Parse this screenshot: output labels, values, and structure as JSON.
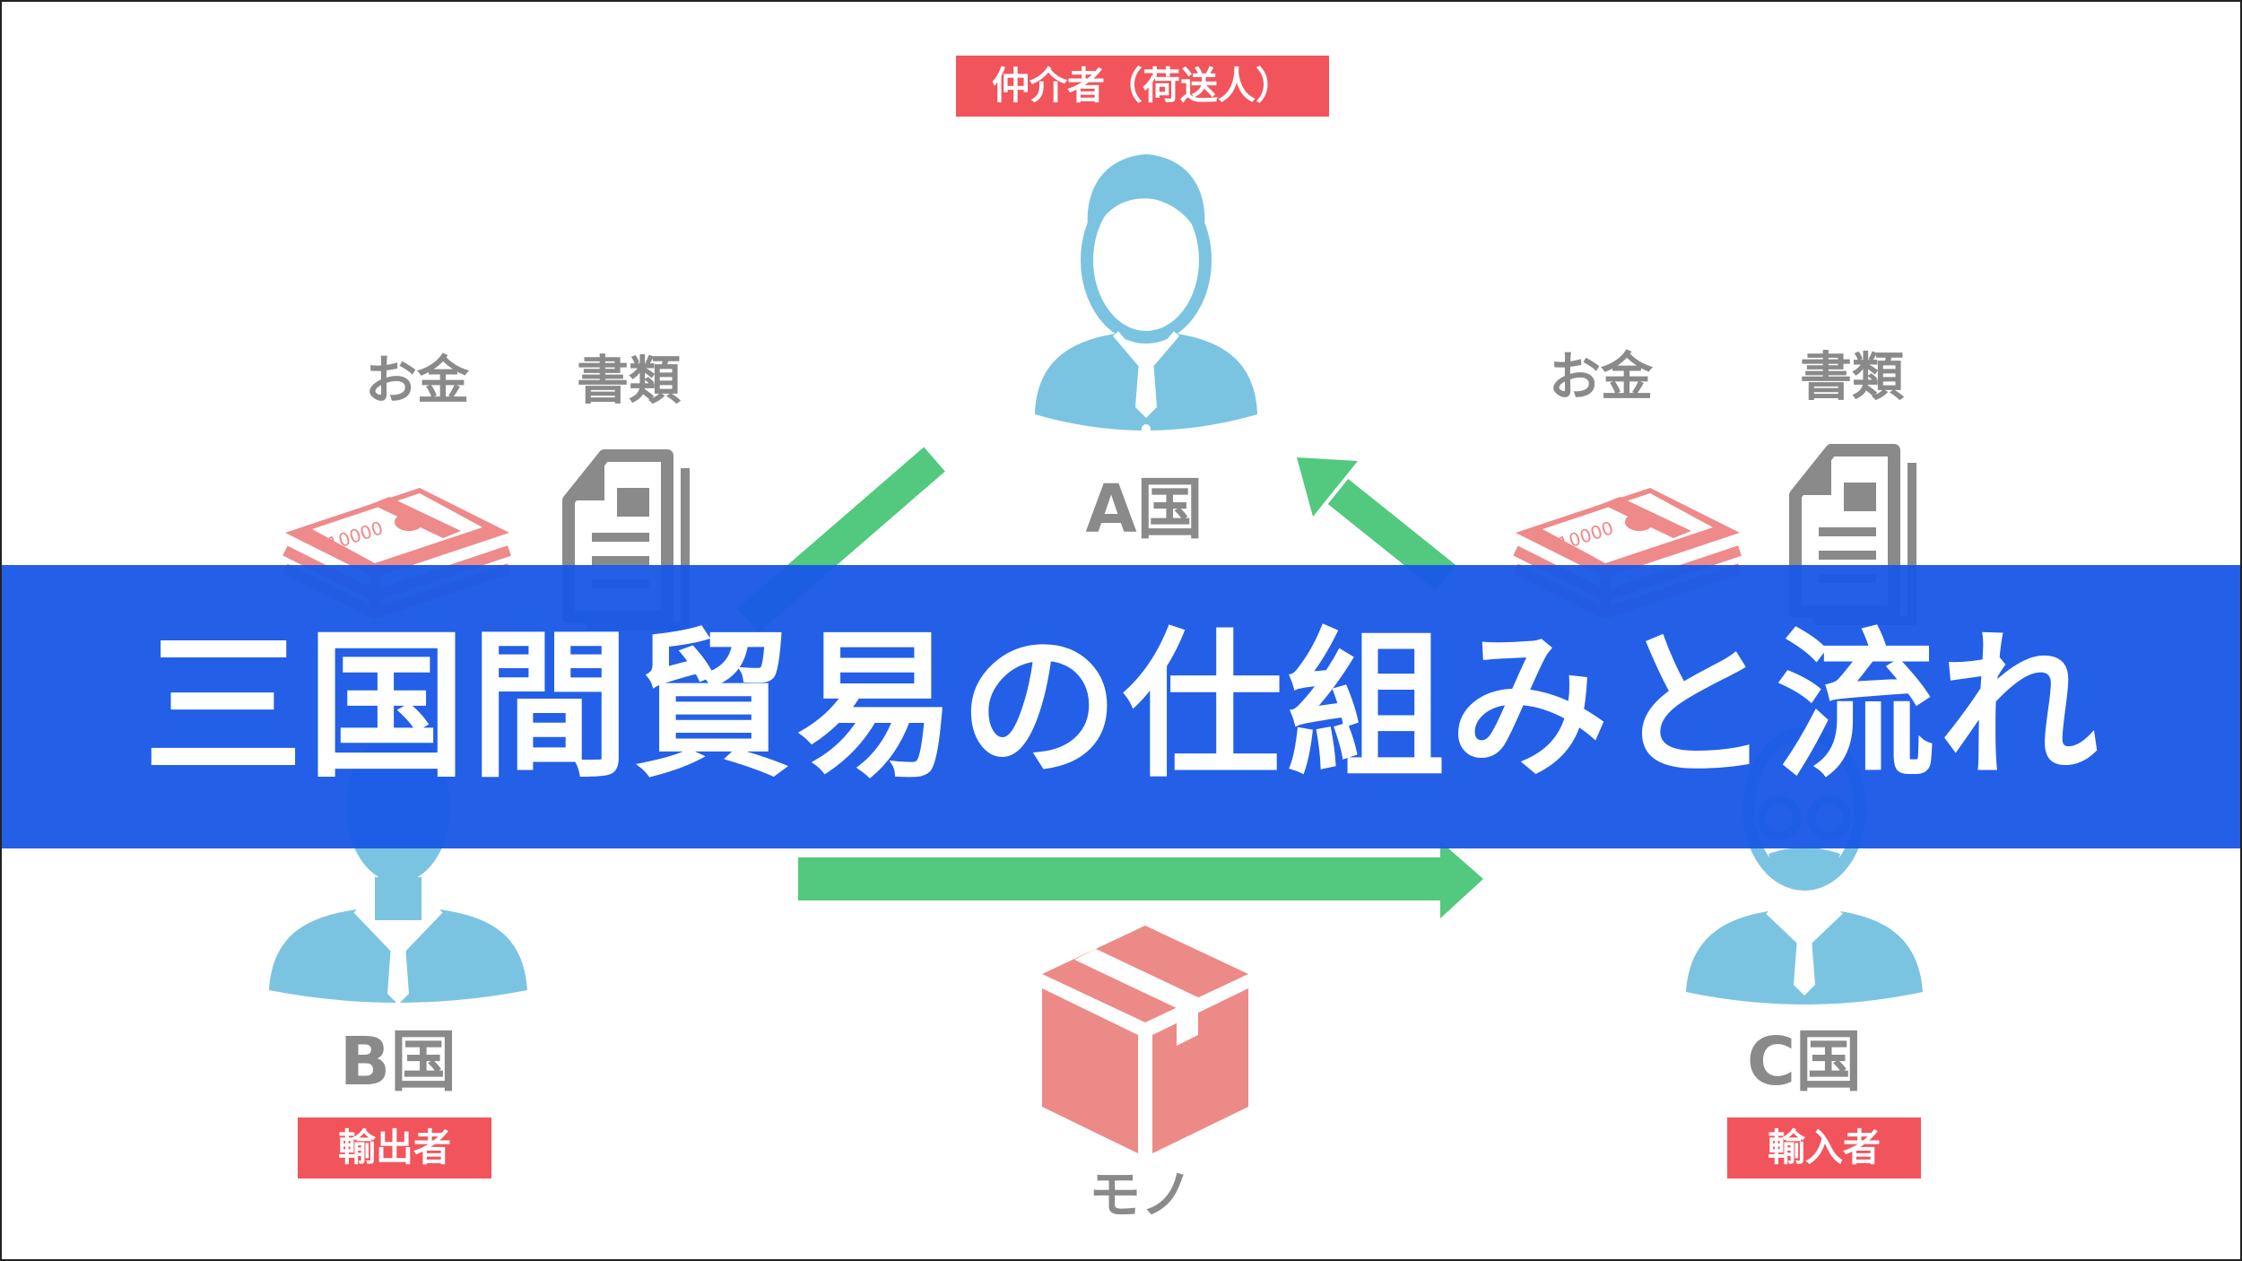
{
  "title": "三国間貿易の仕組みと流れ",
  "countries": {
    "a": {
      "name": "A国",
      "role": "仲介者（荷送人）"
    },
    "b": {
      "name": "B国",
      "role": "輸出者"
    },
    "c": {
      "name": "C国",
      "role": "輸入者"
    }
  },
  "left_items": {
    "money": "お金",
    "documents": "書類"
  },
  "right_items": {
    "money": "お金",
    "documents": "書類"
  },
  "goods_label": "モノ",
  "bill_text": "10000",
  "colors": {
    "title_band": "#1a5ae6",
    "badge": "#f2545b",
    "person": "#7bc4e1",
    "arrow": "#52c97e",
    "money": "#ee8a8a",
    "document": "#8a8a8a",
    "box": "#ec8a88",
    "label_gray": "#8a8a8a"
  },
  "icons": [
    "person-icon",
    "money-stack-icon",
    "document-icon",
    "box-icon",
    "arrow-icon"
  ]
}
